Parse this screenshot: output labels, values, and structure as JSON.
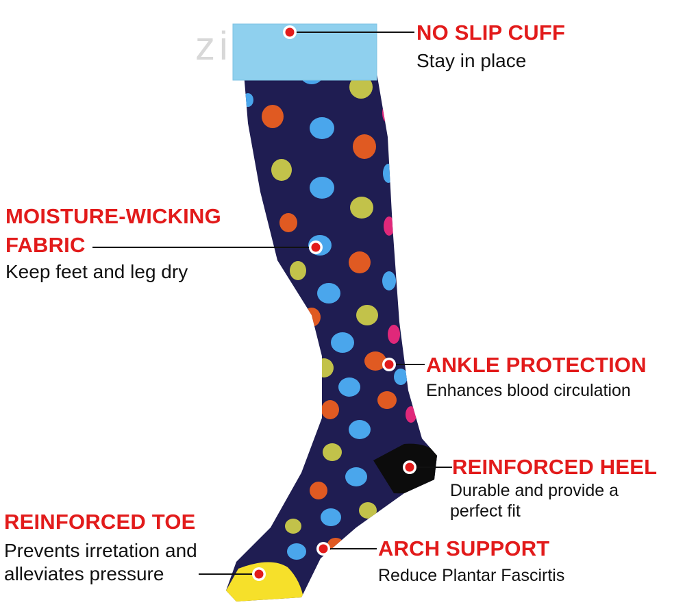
{
  "watermark": "zinso",
  "colors": {
    "title": "#e21b1b",
    "sock_body": "#1f1d52",
    "cuff": "#8fd0ee",
    "heel": "#0c0c0c",
    "toe": "#f6e02a",
    "dot_blue": "#4aa6ec",
    "dot_orange": "#e05a22",
    "dot_lime": "#c2c24a",
    "dot_pink": "#e0287a",
    "marker": "#e21b1b"
  },
  "features": [
    {
      "key": "cuff",
      "title": "NO SLIP CUFF",
      "desc": [
        "Stay in place"
      ]
    },
    {
      "key": "moisture",
      "title_lines": [
        "MOISTURE-WICKING",
        "FABRIC"
      ],
      "desc": [
        "Keep feet and leg dry"
      ]
    },
    {
      "key": "ankle",
      "title": "ANKLE PROTECTION",
      "desc": [
        "Enhances blood circulation"
      ]
    },
    {
      "key": "heel",
      "title": "REINFORCED HEEL",
      "desc": [
        "Durable and provide a",
        "perfect fit"
      ]
    },
    {
      "key": "toe",
      "title": "REINFORCED TOE",
      "desc": [
        "Prevents irretation and",
        "alleviates pressure"
      ]
    },
    {
      "key": "arch",
      "title": "ARCH SUPPORT",
      "desc": [
        "Reduce Plantar Fascirtis"
      ]
    }
  ]
}
